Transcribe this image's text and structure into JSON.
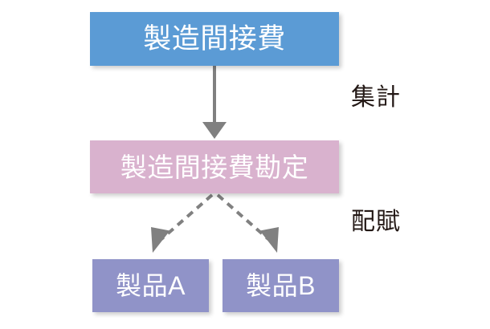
{
  "diagram": {
    "title_text": "",
    "background_color": "#ffffff",
    "nodes": [
      {
        "id": "overhead",
        "label": "製造間接費",
        "color": "#5B9BD5",
        "text_color": "#ffffff"
      },
      {
        "id": "overhead_account",
        "label": "製造間接費勘定",
        "color": "#D9B2CE",
        "text_color": "#ffffff"
      },
      {
        "id": "product_a",
        "label": "製品A",
        "color": "#9093C8",
        "text_color": "#ffffff"
      },
      {
        "id": "product_b",
        "label": "製品B",
        "color": "#9093C8",
        "text_color": "#ffffff"
      }
    ],
    "edge_labels": [
      {
        "id": "aggregate",
        "label": "集計",
        "text_color": "#231815"
      },
      {
        "id": "allocate",
        "label": "配賦",
        "text_color": "#231815"
      }
    ],
    "connectors": [
      {
        "id": "overhead-to-account",
        "style": "solid",
        "color": "#808080",
        "from": "overhead",
        "to": "overhead_account"
      },
      {
        "id": "account-to-product-a",
        "style": "dashed",
        "color": "#808080",
        "from": "overhead_account",
        "to": "product_a"
      },
      {
        "id": "account-to-product-b",
        "style": "dashed",
        "color": "#808080",
        "from": "overhead_account",
        "to": "product_b"
      }
    ]
  }
}
